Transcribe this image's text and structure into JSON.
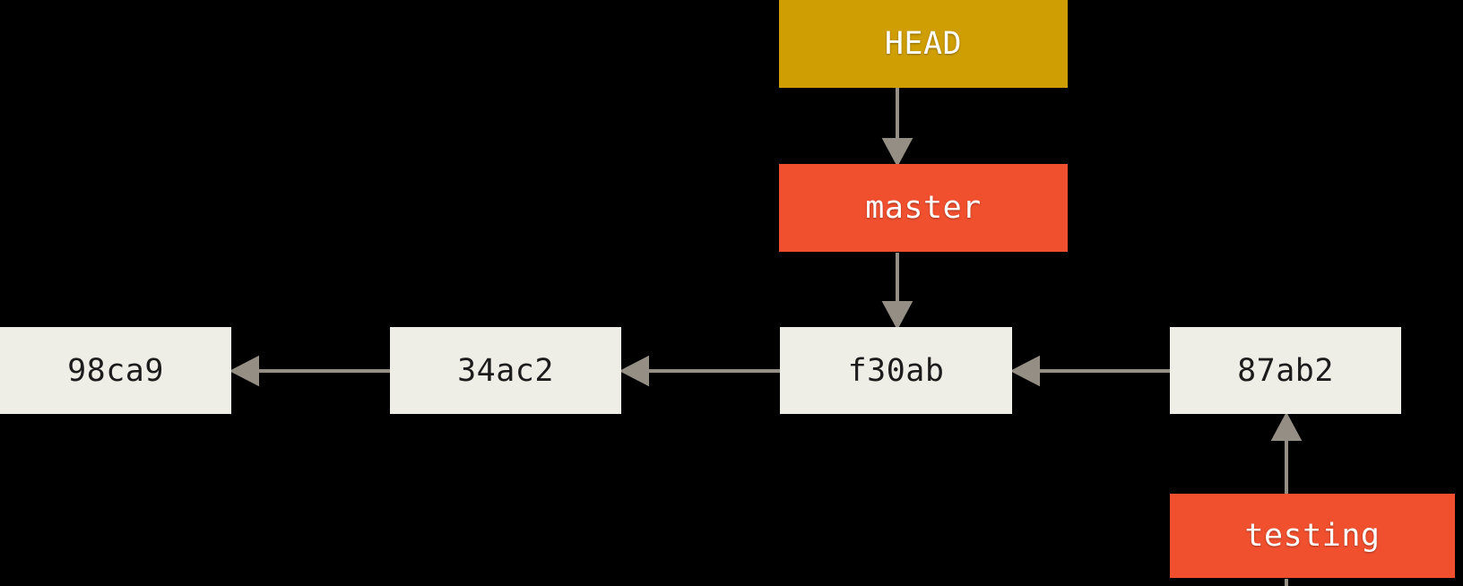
{
  "diagram": {
    "type": "git-commit-graph",
    "background_color": "#000000",
    "arrow_color": "#948E84",
    "commit_box_color": "#EFEEE6",
    "commit_text_color": "#1C1C1C",
    "head_pointer": {
      "label": "HEAD",
      "box_color": "#CF9E02",
      "text_color": "#FFFFFF",
      "points_to": "master"
    },
    "branches": [
      {
        "label": "master",
        "box_color": "#F1502F",
        "text_color": "#FFFFFF",
        "points_to": "f30ab"
      },
      {
        "label": "testing",
        "box_color": "#F1502F",
        "text_color": "#FFFFFF",
        "points_to": "87ab2"
      }
    ],
    "commits": [
      {
        "label": "98ca9",
        "parent": null
      },
      {
        "label": "34ac2",
        "parent": "98ca9"
      },
      {
        "label": "f30ab",
        "parent": "34ac2"
      },
      {
        "label": "87ab2",
        "parent": "f30ab"
      }
    ],
    "edges": [
      {
        "from": "HEAD",
        "to": "master"
      },
      {
        "from": "master",
        "to": "f30ab"
      },
      {
        "from": "34ac2",
        "to": "98ca9"
      },
      {
        "from": "f30ab",
        "to": "34ac2"
      },
      {
        "from": "87ab2",
        "to": "f30ab"
      },
      {
        "from": "testing",
        "to": "87ab2"
      }
    ]
  }
}
